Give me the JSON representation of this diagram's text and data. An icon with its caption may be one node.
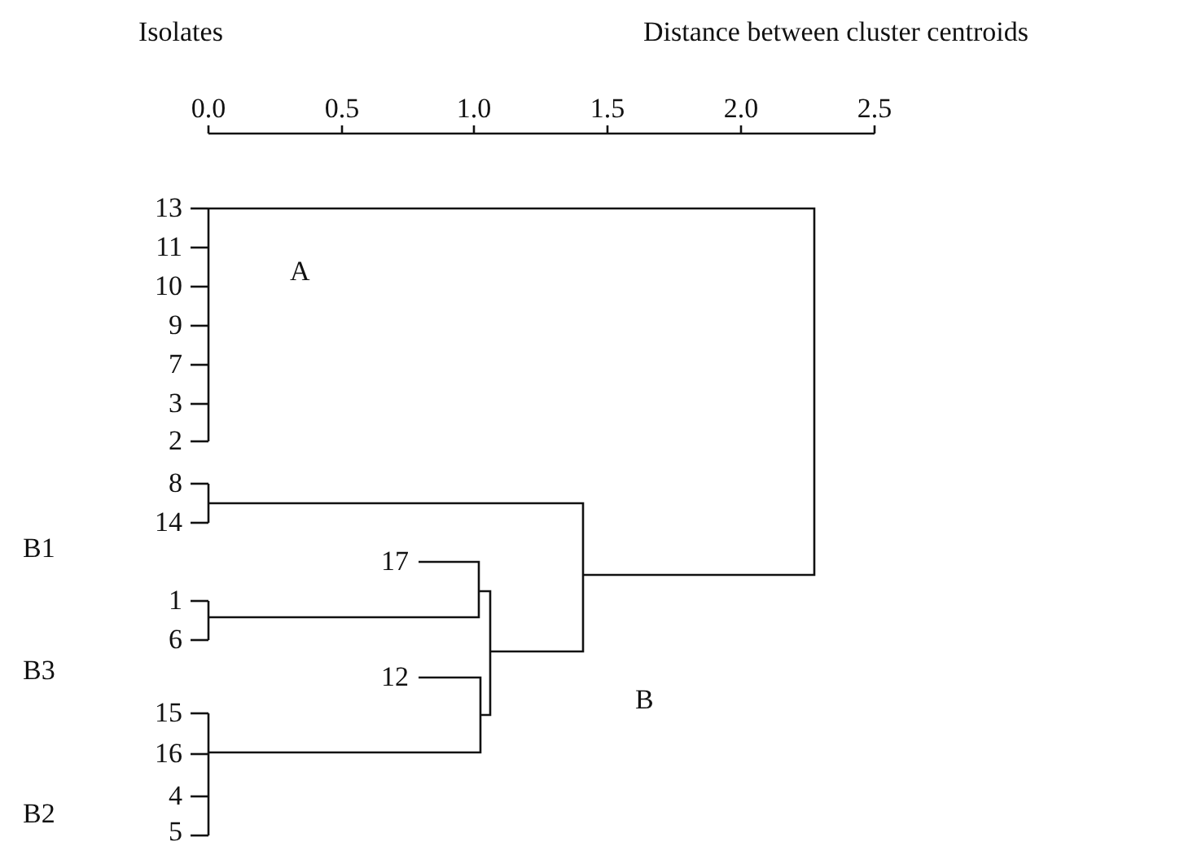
{
  "diagram": {
    "labels": [
      "Isolates",
      "Distance between cluster centroids",
      "0.0",
      "0.5",
      "1.0",
      "1.5",
      "2.0",
      "2.5",
      "13",
      "11",
      "A",
      "10",
      "9",
      "7",
      "3",
      "2",
      "8",
      "14",
      "B1",
      "17",
      "1",
      "6",
      "B",
      "B3",
      "12",
      "15",
      "16",
      "4",
      "B2",
      "5"
    ]
  }
}
